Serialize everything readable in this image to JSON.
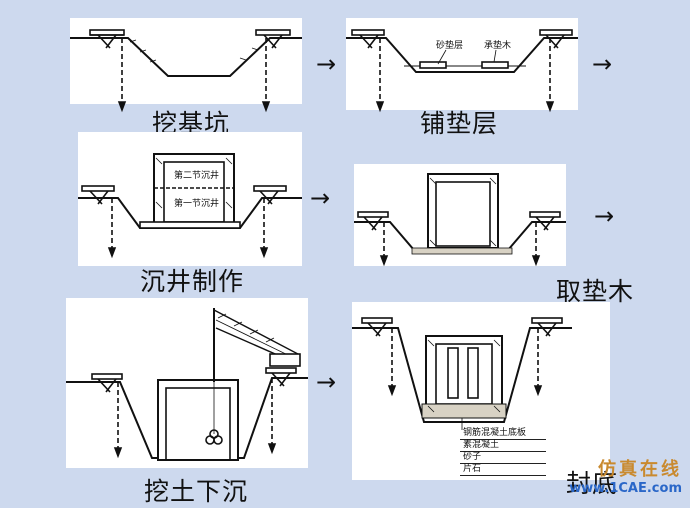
{
  "steps": [
    {
      "caption": "挖基坑"
    },
    {
      "caption": "铺垫层",
      "labels": [
        "砂垫层",
        "承垫木"
      ]
    },
    {
      "caption": "沉井制作",
      "labels": [
        "第二节沉井",
        "第一节沉井"
      ]
    },
    {
      "caption": "取垫木"
    },
    {
      "caption": "挖土下沉"
    },
    {
      "caption": "封底",
      "table_rows": [
        "钢筋混凝土底板",
        "素混凝土",
        "砂子",
        "片石"
      ]
    }
  ],
  "arrow_glyph": "→",
  "watermark": {
    "text": "仿真在线",
    "url": "www.1CAE.com"
  },
  "colors": {
    "background": "#cdd9ee",
    "panel": "#ffffff",
    "line": "#111111"
  }
}
